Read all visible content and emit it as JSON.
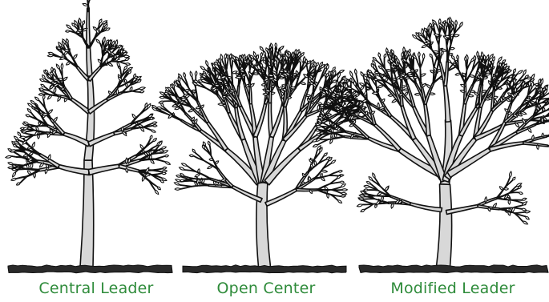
{
  "figure": {
    "captions": [
      "Central Leader",
      "Open Center",
      "Modified Leader"
    ],
    "caption_color": "#2e8b3a",
    "ink_color": "#111111",
    "trunk_fill": "#d8d8d8",
    "ground_fill": "#2a2a2a"
  },
  "trees": [
    {
      "name": "central-leader",
      "form": "single dominant vertical leader with whorls of scaffold branches"
    },
    {
      "name": "open-center",
      "form": "no central leader, vase of several scaffold limbs"
    },
    {
      "name": "modified-leader",
      "form": "leader cut back, many spreading scaffold limbs"
    }
  ]
}
